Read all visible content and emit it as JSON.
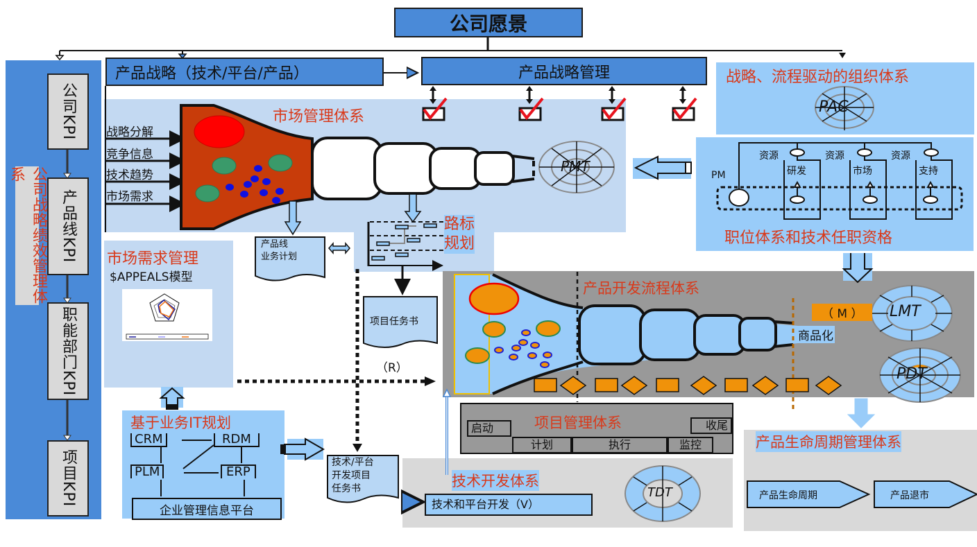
{
  "title": "公司愿景",
  "left_column": {
    "side_label": "公司战略绩效管理体系",
    "kpi_boxes": [
      "公司KPI",
      "产品线KPI",
      "职能部门KPI",
      "项目KPI"
    ]
  },
  "top_row": {
    "product_strategy": "产品战略（技术/平台/产品）",
    "strategy_management": "产品战略管理"
  },
  "market_system": {
    "title": "市场管理体系",
    "inputs": [
      "战略分解",
      "竞争信息",
      "技术趋势",
      "市场需求"
    ],
    "team_label": "PMT"
  },
  "org_system": {
    "title": "战略、流程驱动的组织体系",
    "team_label": "PAC",
    "pm_label": "PM",
    "resource_label": "资源",
    "departments": [
      "研发",
      "市场",
      "支持"
    ],
    "footer": "职位体系和技术任职资格"
  },
  "docs": {
    "product_line_plan": [
      "产品线",
      "业务计划"
    ],
    "project_charter": "项目任务书",
    "tech_charter": [
      "技术/平台",
      "开发项目",
      "任务书"
    ]
  },
  "roadmap": {
    "label_line1": "路标",
    "label_line2": "规划"
  },
  "requirements": {
    "title": "市场需求管理",
    "subtitle": "$APPEALS模型"
  },
  "markers": {
    "r": "（R）",
    "m": "（ M ）",
    "commercialization": "商品化"
  },
  "dev_system": {
    "title": "产品开发流程体系",
    "lmt_label": "LMT",
    "pdt_label": "PDT"
  },
  "it_planning": {
    "title": "基于业务IT规划",
    "systems": [
      "CRM",
      "RDM",
      "PLM",
      "ERP"
    ],
    "platform": "企业管理信息平台"
  },
  "project_mgmt": {
    "title": "项目管理体系",
    "phases": [
      "启动",
      "计划",
      "执行",
      "监控",
      "收尾"
    ]
  },
  "tech_dev": {
    "title": "技术开发体系",
    "box": "技术和平台开发（V）",
    "team_label": "TDT"
  },
  "lifecycle": {
    "title": "产品生命周期管理体系",
    "stages": [
      "产品生命周期",
      "产品退市"
    ]
  },
  "colors": {
    "accent_blue": "#4a8ad8",
    "title_red": "#d9391a",
    "funnel_red": "#c83c0a",
    "orange": "#f0920a",
    "sky": "#99ccf9",
    "check_red": "#e8141e"
  }
}
